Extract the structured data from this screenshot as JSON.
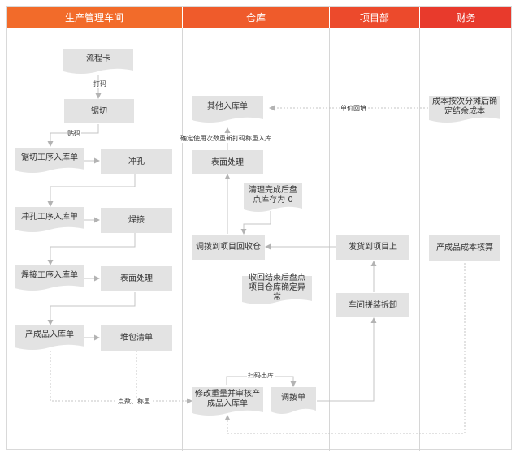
{
  "lanes": [
    {
      "name": "生产管理车间",
      "color": "#f26b2a"
    },
    {
      "name": "仓库",
      "color": "#ef5b2b"
    },
    {
      "name": "项目部",
      "color": "#ec4a2c"
    },
    {
      "name": "财务",
      "color": "#e83a2c"
    }
  ],
  "nodes": {
    "liuchengka": "流程卡",
    "juqie": "锯切",
    "juqie_doc": "锯切工序入库单",
    "chongkong": "冲孔",
    "chongkong_doc": "冲孔工序入库单",
    "hanjie": "焊接",
    "hanjie_doc": "焊接工序入库单",
    "biaomian1": "表面处理",
    "chanchengpin_doc": "产成品入库单",
    "duibao": "堆包清单",
    "qita_doc": "其他入库单",
    "biaomian2": "表面处理",
    "qingli_doc": "清理完成后盘点库存为 0",
    "diaobo_huishou": "调拨到项目回收仓",
    "shouhui_doc": "收回结束后盘点项目仓库确定异常",
    "xiugai_doc": "修改重量并审核产成品入库单",
    "diaobo_doc": "调拨单",
    "fahuo": "发货到项目上",
    "chejian": "车间拼装拆卸",
    "chengben_doc": "成本按次分摊后确定结余成本",
    "chanchengpin_hesuan": "产成品成本核算"
  },
  "edge_labels": {
    "dama": "打码",
    "tiema": "贴码",
    "queding": "确定使用次数重新打码称重入库",
    "danjia": "单价回填",
    "dianshu": "点数、称重",
    "saoma": "扫码出库"
  }
}
